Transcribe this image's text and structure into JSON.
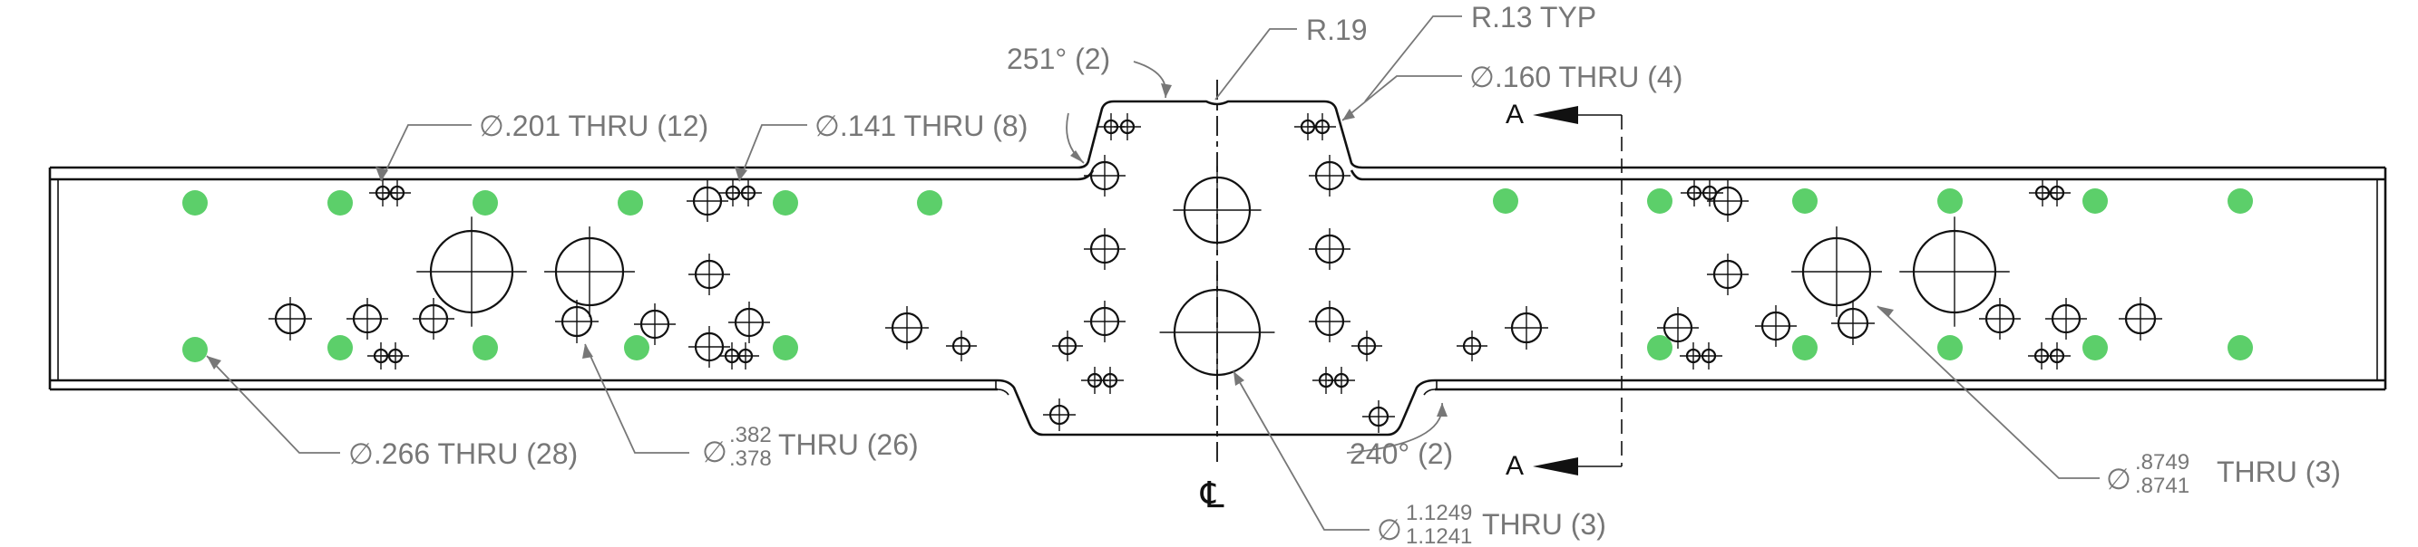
{
  "drawing": {
    "callouts": {
      "hole_201": "∅.201 THRU (12)",
      "hole_141": "∅.141 THRU (8)",
      "hole_160": "∅.160 THRU (4)",
      "hole_266": "∅.266 THRU (28)",
      "hole_382_prefix": "∅",
      "hole_382_upper": ".382",
      "hole_382_lower": ".378",
      "hole_382_suffix": "THRU (26)",
      "hole_8749_prefix": "∅",
      "hole_8749_upper": ".8749",
      "hole_8749_lower": ".8741",
      "hole_8749_suffix": "THRU (3)",
      "hole_11249_prefix": "∅",
      "hole_11249_upper": "1.1249",
      "hole_11249_lower": "1.1241",
      "hole_11249_suffix": "THRU (3)",
      "radius_19": "R.19",
      "radius_13": "R.13 TYP",
      "angle_251": "251° (2)",
      "angle_240": "240° (2)"
    },
    "section_label_top": "A",
    "section_label_bottom": "A",
    "centerline_symbol": "℄",
    "colors": {
      "outline": "#111111",
      "annotation": "#777777",
      "highlight_hole": "#5ccf6a"
    }
  }
}
